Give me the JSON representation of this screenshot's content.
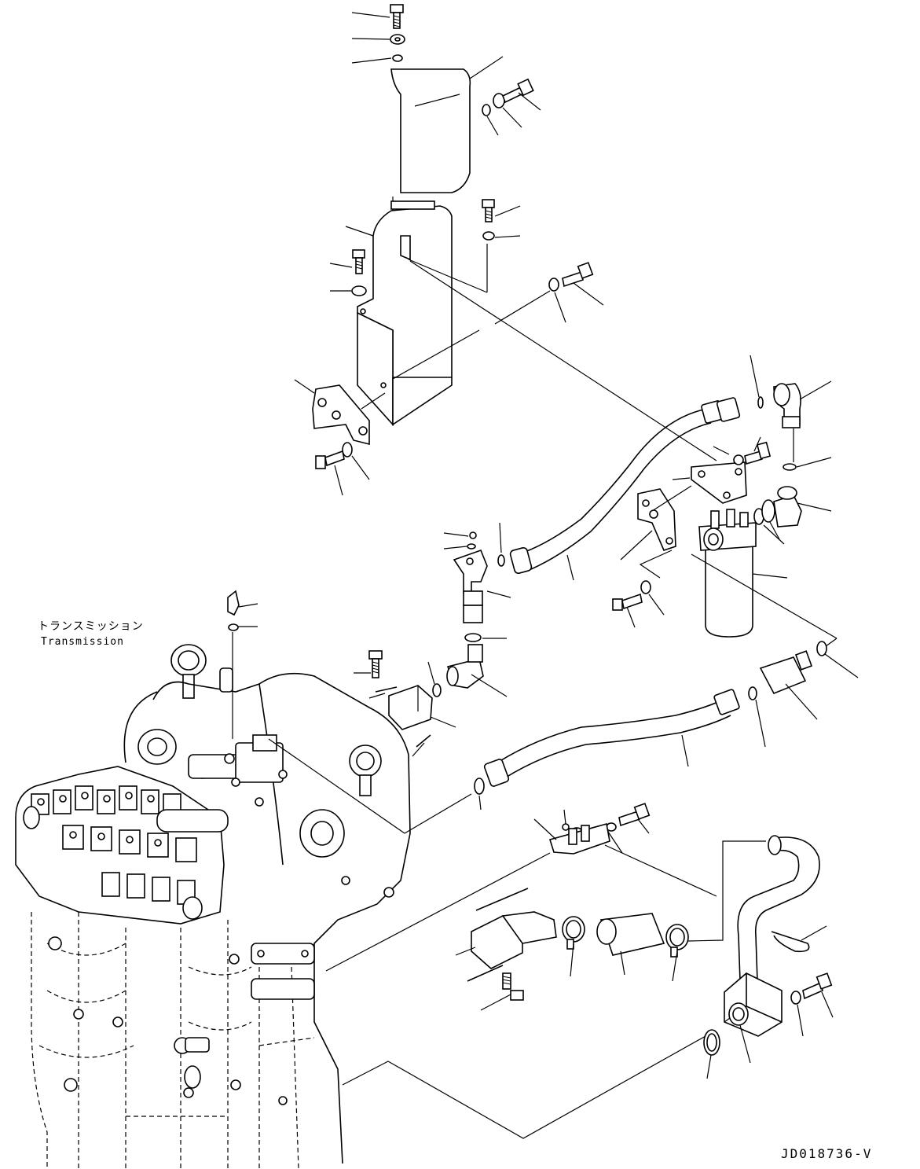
{
  "labels": {
    "transmission_jp": "トランスミッション",
    "transmission_en": "Transmission",
    "drawing_code": "JD018736-V"
  }
}
